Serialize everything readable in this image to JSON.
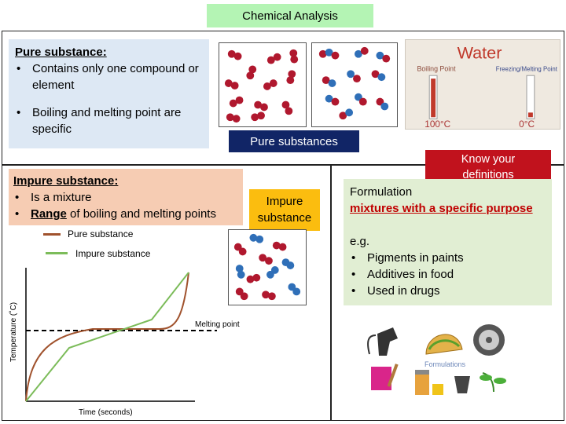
{
  "title": "Chemical Analysis",
  "pure": {
    "heading": "Pure substance:",
    "bullets": [
      "Contains only one compound or element",
      "Boiling and melting point are specific"
    ],
    "label": "Pure substances"
  },
  "water_photo": {
    "title": "Water",
    "boiling_label": "Boiling Point",
    "freezing_label": "Freezing/Melting Point",
    "boiling_temp": "100°C",
    "freezing_temp": "0°C"
  },
  "impure": {
    "heading": "Impure substance:",
    "bullet1": "Is a mixture",
    "bullet2_bold": "Range",
    "bullet2_rest": " of boiling and melting points",
    "label_line1": "Impure",
    "label_line2": "substance"
  },
  "legend": {
    "pure": "Pure substance",
    "impure": "Impure substance",
    "pure_color": "#a0522d",
    "impure_color": "#7cbc5a"
  },
  "graph": {
    "xlabel": "Time (seconds)",
    "ylabel": "Temperature (˚C)",
    "melting_label": "Melting point"
  },
  "callout": {
    "line1": "Know your",
    "line2": "definitions"
  },
  "formulation": {
    "title": "Formulation",
    "definition": "mixtures with a specific purpose",
    "eg": "e.g.",
    "examples": [
      "Pigments in paints",
      "Additives in food",
      "Used in drugs"
    ],
    "image_caption": "Formulations"
  },
  "colors": {
    "title_bg": "#b4f4b4",
    "pure_box": "#dde8f4",
    "impure_box": "#f6ccb3",
    "label_navy": "#112566",
    "impure_label": "#fbbd0f",
    "callout": "#c1121d",
    "form_box": "#e1eed3",
    "red_atom": "#b0182e",
    "blue_atom": "#2f6fb8"
  }
}
